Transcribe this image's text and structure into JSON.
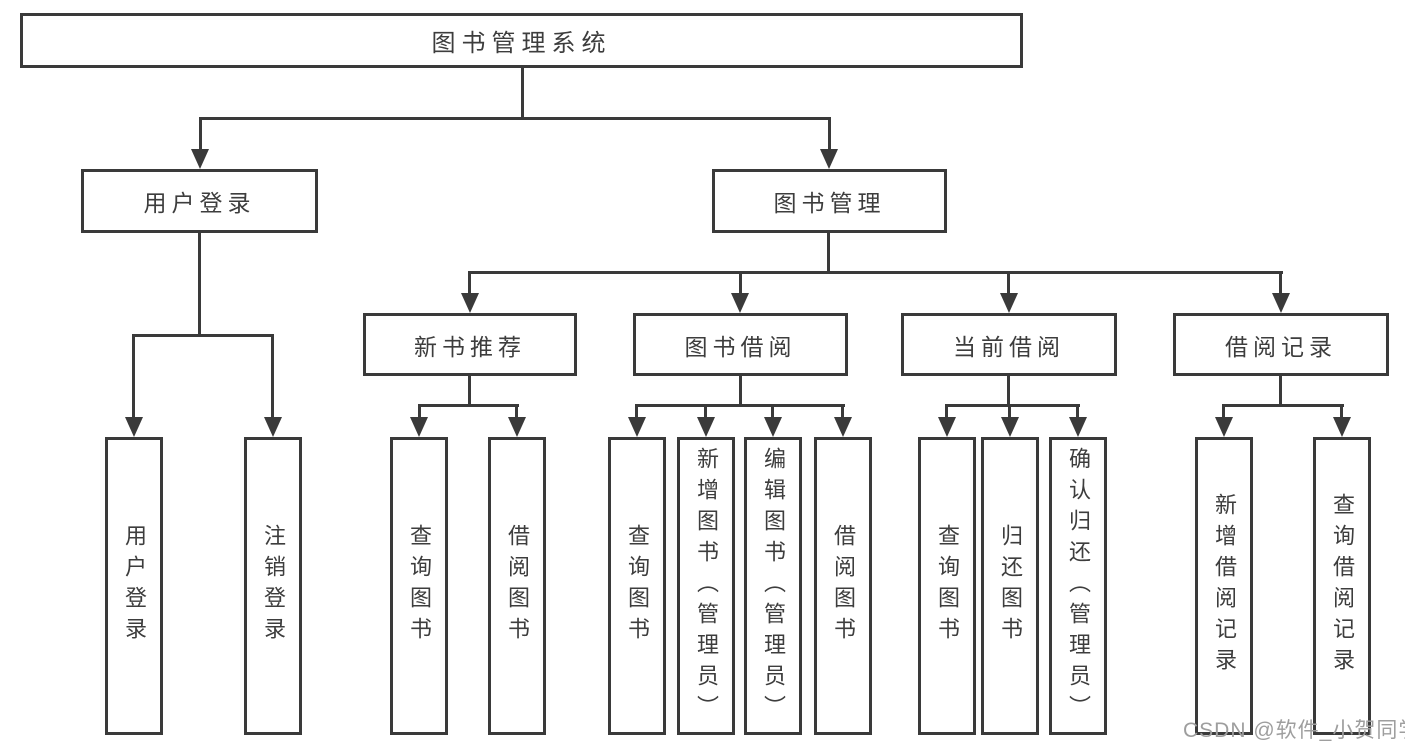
{
  "diagram": {
    "title_node": "图书管理系统",
    "level2": [
      "用户登录",
      "图书管理"
    ],
    "level3": [
      "新书推荐",
      "图书借阅",
      "当前借阅",
      "借阅记录"
    ],
    "leaves": {
      "user_login": [
        "用户登录",
        "注销登录"
      ],
      "new_book_recommend": [
        "查询图书",
        "借阅图书"
      ],
      "book_borrowing": [
        "查询图书",
        "新增图书（管理员）",
        "编辑图书（管理员）",
        "借阅图书"
      ],
      "current_borrowing": [
        "查询图书",
        "归还图书",
        "确认归还（管理员）"
      ],
      "borrowing_records": [
        "新增借阅记录",
        "查询借阅记录"
      ]
    }
  },
  "watermark": "CSDN @软件_小贺同学",
  "colors": {
    "line": "#3a3a3a",
    "text": "#3d3d3d",
    "background": "#ffffff",
    "watermark": "#9e9e9e"
  }
}
